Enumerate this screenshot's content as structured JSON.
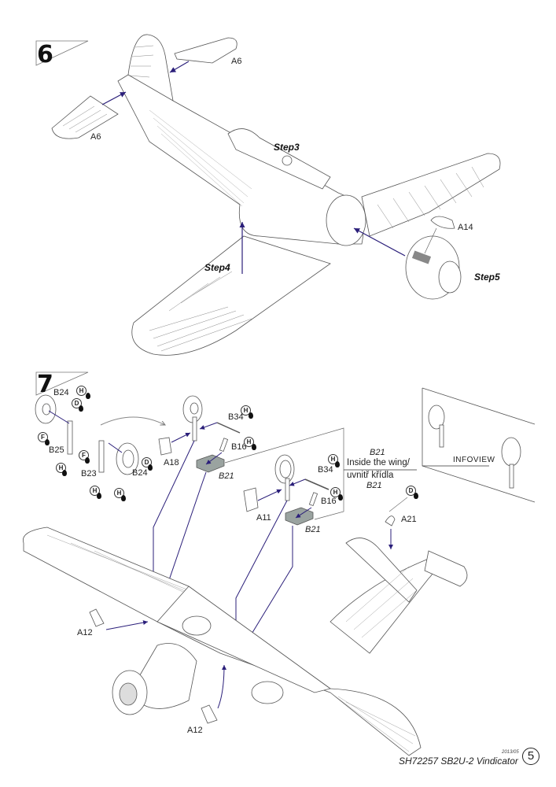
{
  "document": {
    "title": "SH72257 SB2U-2 Vindicator",
    "date": "2013/05",
    "page_number": "5"
  },
  "step6": {
    "number": "6",
    "parts": {
      "stabilizer_right": "A6",
      "stabilizer_left": "A6",
      "engine_scoop": "A14"
    },
    "refs": {
      "step3": "Step3",
      "step4": "Step4",
      "step5": "Step5"
    }
  },
  "step7": {
    "number": "7",
    "left_gear": {
      "wheel": "B24",
      "strut": "B25",
      "markers": [
        "H",
        "D",
        "F",
        "H"
      ]
    },
    "right_gear": {
      "wheel": "B24",
      "strut": "B23",
      "markers": [
        "F",
        "D",
        "H",
        "H"
      ]
    },
    "assembly_upper": {
      "cover": "A18",
      "bar": "B34",
      "pin": "B16",
      "bracket": "B21",
      "markers": [
        "H",
        "H"
      ]
    },
    "assembly_lower": {
      "cover": "A11",
      "bar": "B34",
      "pin": "B16",
      "bracket": "B21",
      "markers": [
        "H",
        "H"
      ]
    },
    "note": {
      "part_top": "B21",
      "line1": "Inside the wing/",
      "line2": "uvnitř křídla",
      "part_bottom": "B21"
    },
    "infoview_label": "INFOVIEW",
    "tail_part": "A21",
    "tail_marker": "D",
    "wing_clips": [
      "A12",
      "A12"
    ]
  },
  "colors": {
    "arrow": "#2b1f7a",
    "line": "#555555",
    "part_fill": "#9aa3a0"
  }
}
